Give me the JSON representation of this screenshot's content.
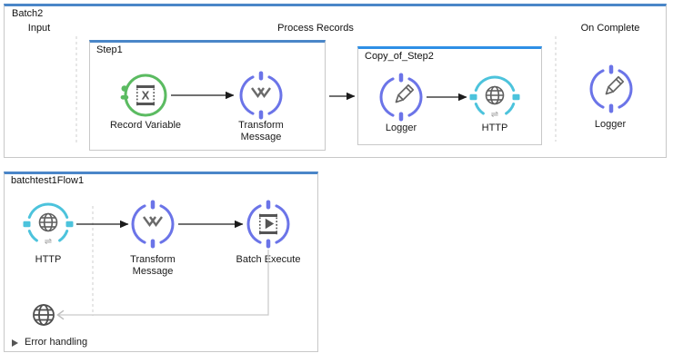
{
  "colors": {
    "flow_top_bar": "#4a86c8",
    "selected_scope_top_bar": "#2e8fe6",
    "container_border": "#c8c8c8",
    "connector_indigo": "#6b74e8",
    "connector_teal": "#4cc3dc",
    "connector_green": "#5bbb61",
    "arrow_black": "#1c1c1c",
    "muted_gray_line": "#c9c9c9"
  },
  "batch_flow": {
    "title": "Batch2",
    "input_section_label": "Input",
    "process_section_label": "Process Records",
    "on_complete_section_label": "On Complete",
    "steps": [
      {
        "title": "Step1",
        "components": [
          {
            "label": "Record Variable",
            "icon": "record-variable-icon"
          },
          {
            "label": "Transform Message",
            "icon": "dataweave-icon"
          }
        ]
      },
      {
        "title": "Copy_of_Step2",
        "components": [
          {
            "label": "Logger",
            "icon": "pencil-icon"
          },
          {
            "label": "HTTP",
            "icon": "globe-icon"
          }
        ]
      }
    ],
    "on_complete_component": {
      "label": "Logger",
      "icon": "pencil-icon"
    }
  },
  "main_flow": {
    "title": "batchtest1Flow1",
    "components": [
      {
        "label": "HTTP",
        "icon": "globe-icon"
      },
      {
        "label": "Transform Message",
        "icon": "dataweave-icon"
      },
      {
        "label": "Batch Execute",
        "icon": "batch-execute-icon"
      }
    ],
    "error_path_icon": "globe-icon",
    "error_handling_label": "Error handling"
  },
  "glyphs": {
    "variable": "X",
    "http_exchange": "⇌"
  }
}
